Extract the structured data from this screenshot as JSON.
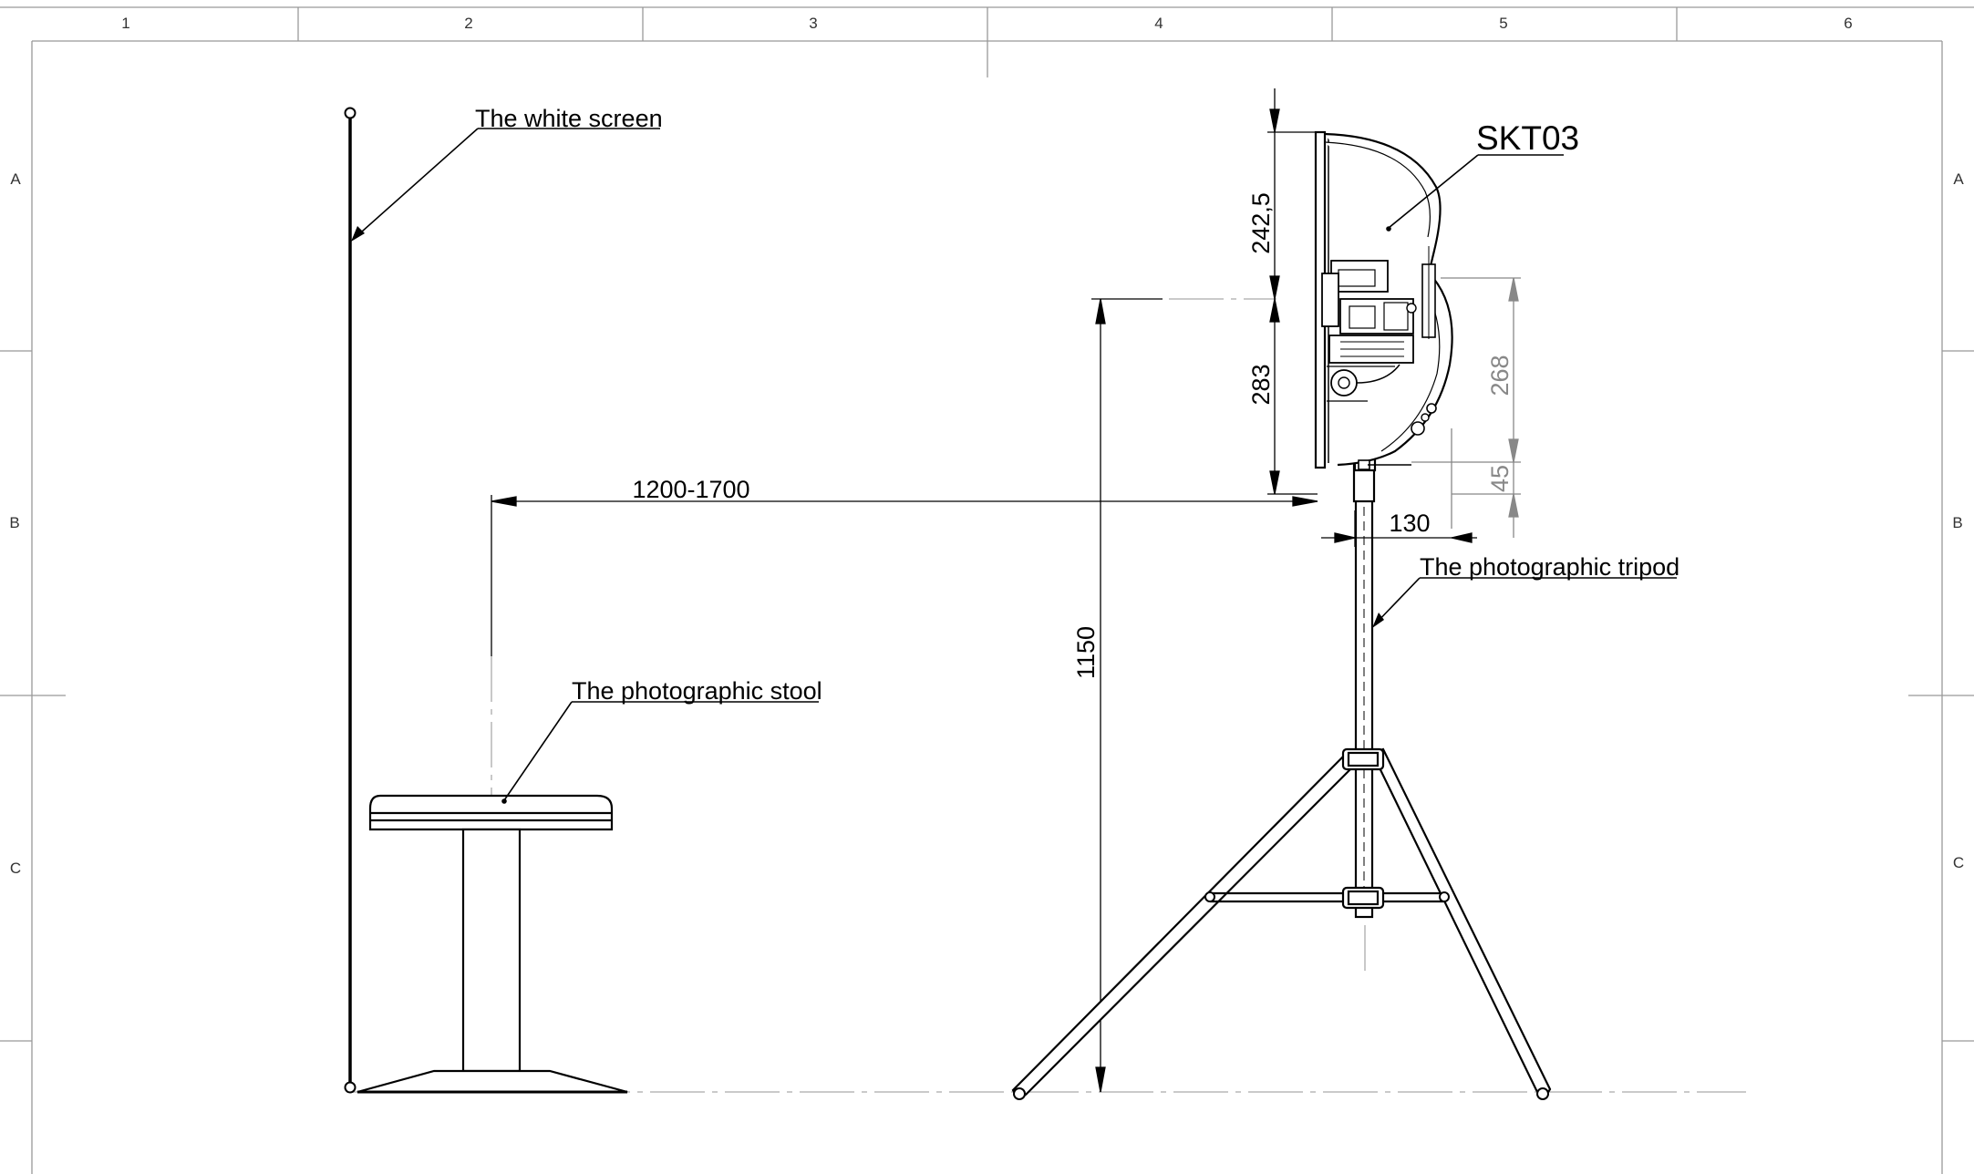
{
  "drawing": {
    "frame": {
      "columns": [
        "1",
        "2",
        "3",
        "4",
        "5",
        "6"
      ],
      "rows_left": [
        "A",
        "B",
        "C"
      ],
      "rows_right": [
        "A",
        "B",
        "C"
      ]
    },
    "callouts": {
      "white_screen": "The white screen",
      "stool": "The photographic stool",
      "tripod": "The photographic tripod",
      "device": "SKT03"
    },
    "dimensions": {
      "distance": "1200-1700",
      "height_total": "1150",
      "upper": "242,5",
      "lower": "283",
      "right_upper": "268",
      "right_lower": "45",
      "width": "130"
    },
    "colors": {
      "line": "#000000",
      "frame": "#999999",
      "center_line": "#aaaaaa",
      "grey_dimension": "#888888"
    }
  }
}
